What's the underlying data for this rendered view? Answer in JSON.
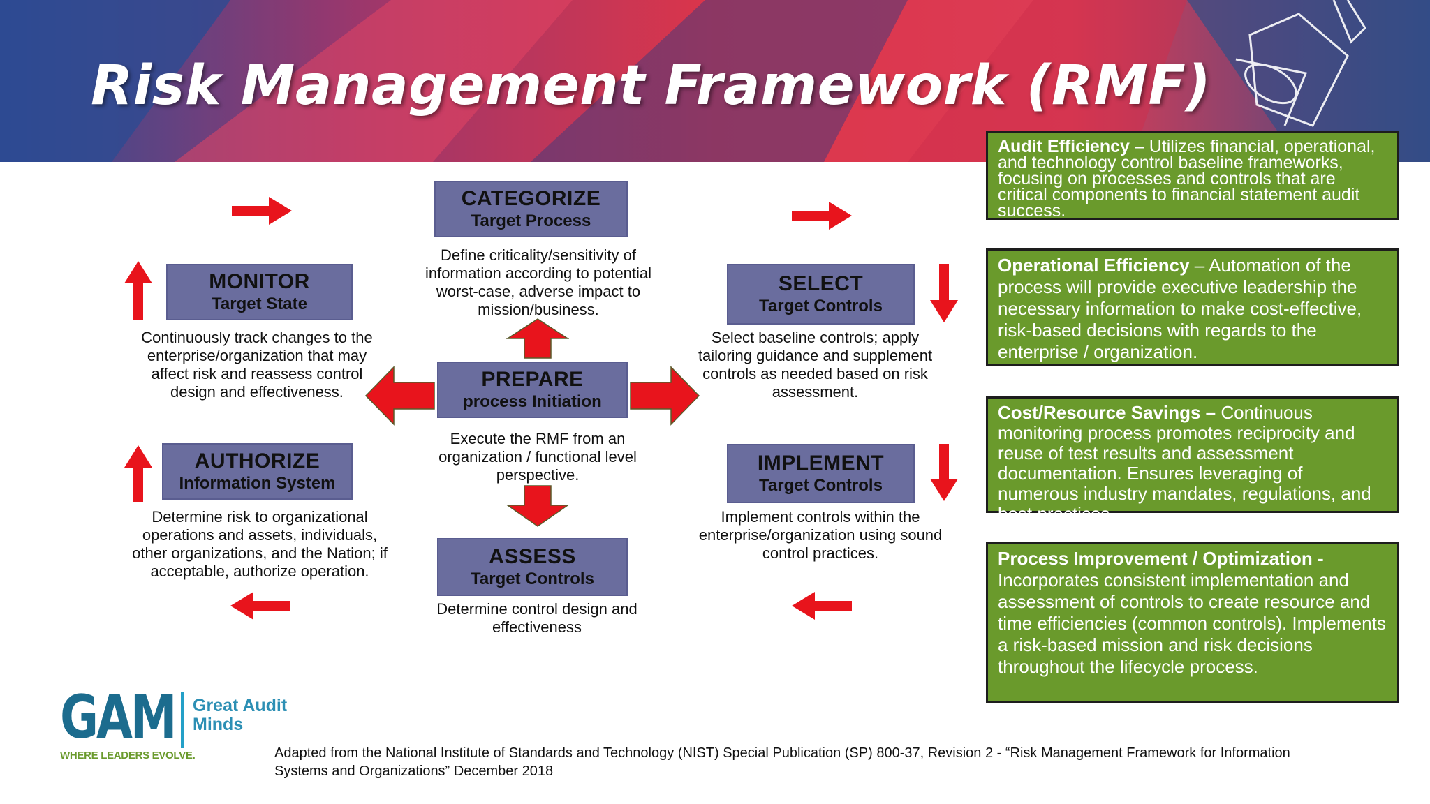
{
  "title": "Risk Management Framework (RMF)",
  "colors": {
    "step_box": "#6a6d9e",
    "arrow_red": "#e8141c",
    "green_box": "#6a9a2c",
    "banner_red": "#e8384f",
    "banner_blue": "#2f4f9a",
    "logo_blue": "#1c6c8e"
  },
  "steps": {
    "categorize": {
      "title": "CATEGORIZE",
      "subtitle": "Target Process",
      "description": "Define criticality/sensitivity of information according to potential worst-case, adverse impact to mission/business."
    },
    "monitor": {
      "title": "MONITOR",
      "subtitle": "Target State",
      "description": "Continuously track changes to the enterprise/organization that may affect risk and reassess control design and effectiveness."
    },
    "select": {
      "title": "SELECT",
      "subtitle": "Target Controls",
      "description": "Select baseline controls; apply tailoring guidance and supplement controls as needed based on risk assessment."
    },
    "prepare": {
      "title": "PREPARE",
      "subtitle": "process Initiation",
      "description": "Execute the RMF from an organization / functional level perspective."
    },
    "authorize": {
      "title": "AUTHORIZE",
      "subtitle": "Information System",
      "description": "Determine risk to organizational operations and assets, individuals, other organizations, and the Nation; if acceptable, authorize operation."
    },
    "implement": {
      "title": "IMPLEMENT",
      "subtitle": "Target Controls",
      "description": "Implement controls within the enterprise/organization using sound control practices."
    },
    "assess": {
      "title": "ASSESS",
      "subtitle": "Target Controls",
      "description": "Determine control design and effectiveness"
    }
  },
  "benefits": [
    {
      "heading": "Audit Efficiency –",
      "body": " Utilizes financial, operational, and technology control baseline frameworks, focusing on processes and controls that are critical components to financial statement audit success."
    },
    {
      "heading": "Operational Efficiency",
      "body": " – Automation of the process will provide executive leadership the necessary information to make cost-effective, risk-based decisions with regards to the enterprise / organization."
    },
    {
      "heading": "Cost/Resource Savings –",
      "body": " Continuous monitoring process promotes reciprocity and reuse of test results and assessment documentation. Ensures leveraging of numerous industry mandates, regulations, and best practices"
    },
    {
      "heading": "Process Improvement / Optimization -",
      "body": " Incorporates consistent implementation and assessment of controls to create resource and time efficiencies (common controls). Implements a risk-based mission and risk decisions throughout the lifecycle process."
    }
  ],
  "logo": {
    "mark": "GAM",
    "name": "Great Audit Minds",
    "tagline": "WHERE LEADERS EVOLVE."
  },
  "citation": "Adapted from the National Institute of Standards and Technology (NIST) Special Publication (SP) 800-37, Revision 2 - “Risk Management Framework for Information Systems and Organizations” December 2018"
}
